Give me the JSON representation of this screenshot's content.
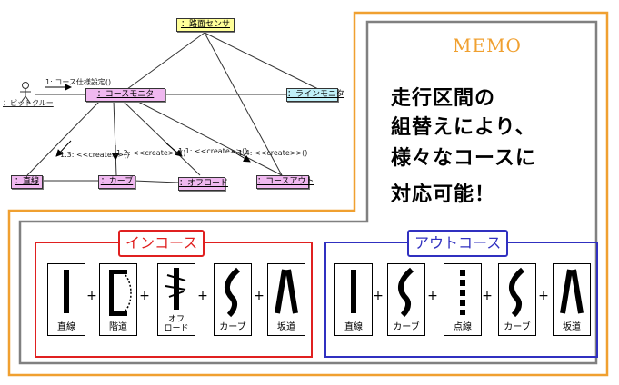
{
  "diagram": {
    "nodes": {
      "sensor": "：路面センサ",
      "course_monitor": "：コースモニタ",
      "line_monitor": "：ラインモニタ",
      "straight": "：直線",
      "curve": "：カーブ",
      "offroad": "：オフロード",
      "course_out": "：コースアウト"
    },
    "actor": "：ピットクルー",
    "messages": {
      "m1": "1: コース仕様設定()",
      "m1_3": "1.3: <<create>>()",
      "m1_2": "1.2: <<create>>()",
      "m1_1": "1.1: <<create>>()",
      "m1_4": "1.4: <<create>>()"
    }
  },
  "memo": {
    "title": "MEMO",
    "lines": [
      "走行区間の",
      "組替えにより、",
      "様々なコースに",
      "対応可能！"
    ]
  },
  "in_course": {
    "title": "インコース",
    "color": "#e02020",
    "tiles": [
      {
        "label": "直線",
        "icon": "straight-icon"
      },
      {
        "label": "階道",
        "icon": "stairs-icon"
      },
      {
        "label": "オフ\nロード",
        "icon": "offroad-icon"
      },
      {
        "label": "カーブ",
        "icon": "curve-icon"
      },
      {
        "label": "坂道",
        "icon": "slope-icon"
      }
    ]
  },
  "out_course": {
    "title": "アウトコース",
    "color": "#3030c0",
    "tiles": [
      {
        "label": "直線",
        "icon": "straight-icon"
      },
      {
        "label": "カーブ",
        "icon": "curve-icon"
      },
      {
        "label": "点線",
        "icon": "dotted-line-icon"
      },
      {
        "label": "カーブ",
        "icon": "curve-icon"
      },
      {
        "label": "坂道",
        "icon": "slope-icon"
      }
    ]
  },
  "plus_sign": "+",
  "colors": {
    "memo_border": "#f0a030",
    "gray_border": "#808080"
  }
}
